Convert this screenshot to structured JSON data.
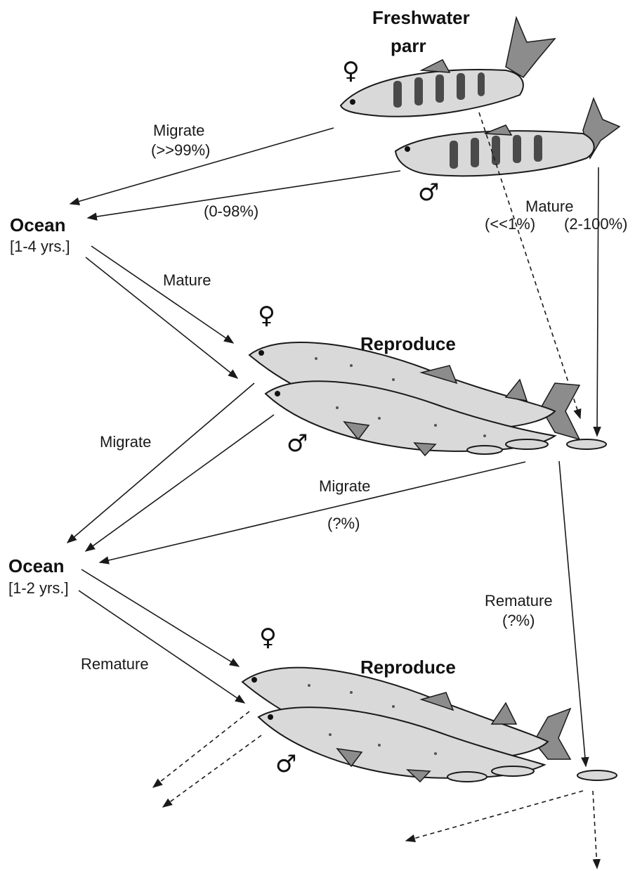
{
  "stages": {
    "parr_title_line1": "Freshwater",
    "parr_title_line2": "parr",
    "ocean1_label": "Ocean",
    "ocean1_years": "[1-4 yrs.]",
    "ocean2_label": "Ocean",
    "ocean2_years": "[1-2 yrs.]",
    "reproduce1": "Reproduce",
    "reproduce2": "Reproduce"
  },
  "transitions": {
    "migrate_female_label": "Migrate",
    "migrate_female_pct": "(>>99%)",
    "migrate_male_pct": "(0-98%)",
    "mature_parr_label": "Mature",
    "mature_female_pct": "(<<1%)",
    "mature_male_pct": "(2-100%)",
    "mature_ocean_label": "Mature",
    "migrate_adult_label": "Migrate",
    "migrate_juvenile_label": "Migrate",
    "migrate_juvenile_pct": "(?%)",
    "remature_label": "Remature",
    "remature_pct": "(?%)",
    "remature_ocean_label": "Remature"
  },
  "symbols": {
    "female": "♀",
    "male": "♂"
  }
}
